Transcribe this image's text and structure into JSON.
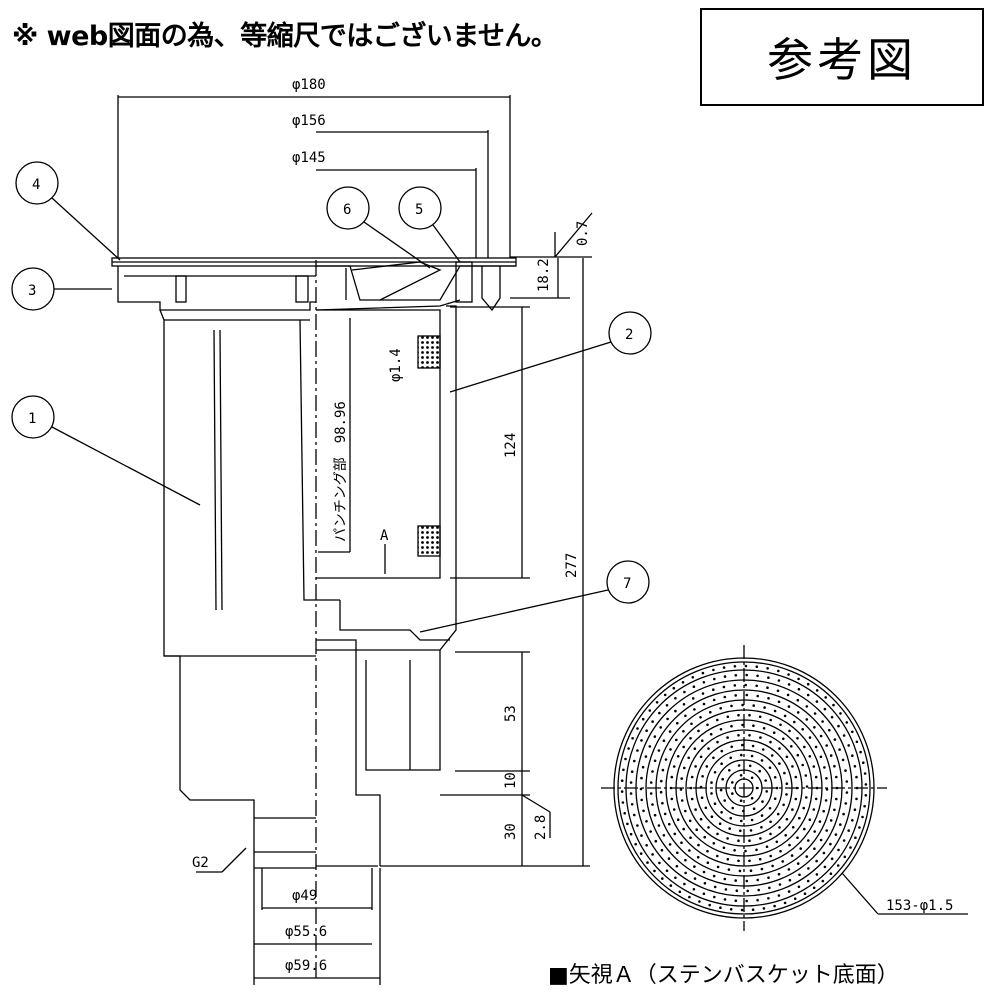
{
  "header": {
    "notice": "※ web図面の為、等縮尺ではございません。",
    "ref_label": "参考図"
  },
  "dimensions": {
    "d180": "φ180",
    "d156": "φ156",
    "d145": "φ145",
    "h07": "0.7",
    "h182": "18.2",
    "d14": "φ1.4",
    "punch": "パンチング部　98.96",
    "a_mark": "A",
    "h124": "124",
    "h277": "277",
    "h53": "53",
    "h10": "10",
    "h30": "30",
    "h28": "2.8",
    "g2": "G2",
    "d49": "φ49",
    "d556": "φ55.6",
    "d596": "φ59.6",
    "holes": "153-φ1.5"
  },
  "callouts": [
    "1",
    "2",
    "3",
    "4",
    "5",
    "6",
    "7"
  ],
  "view_caption": "■矢視Ａ（ステンバスケット底面）"
}
